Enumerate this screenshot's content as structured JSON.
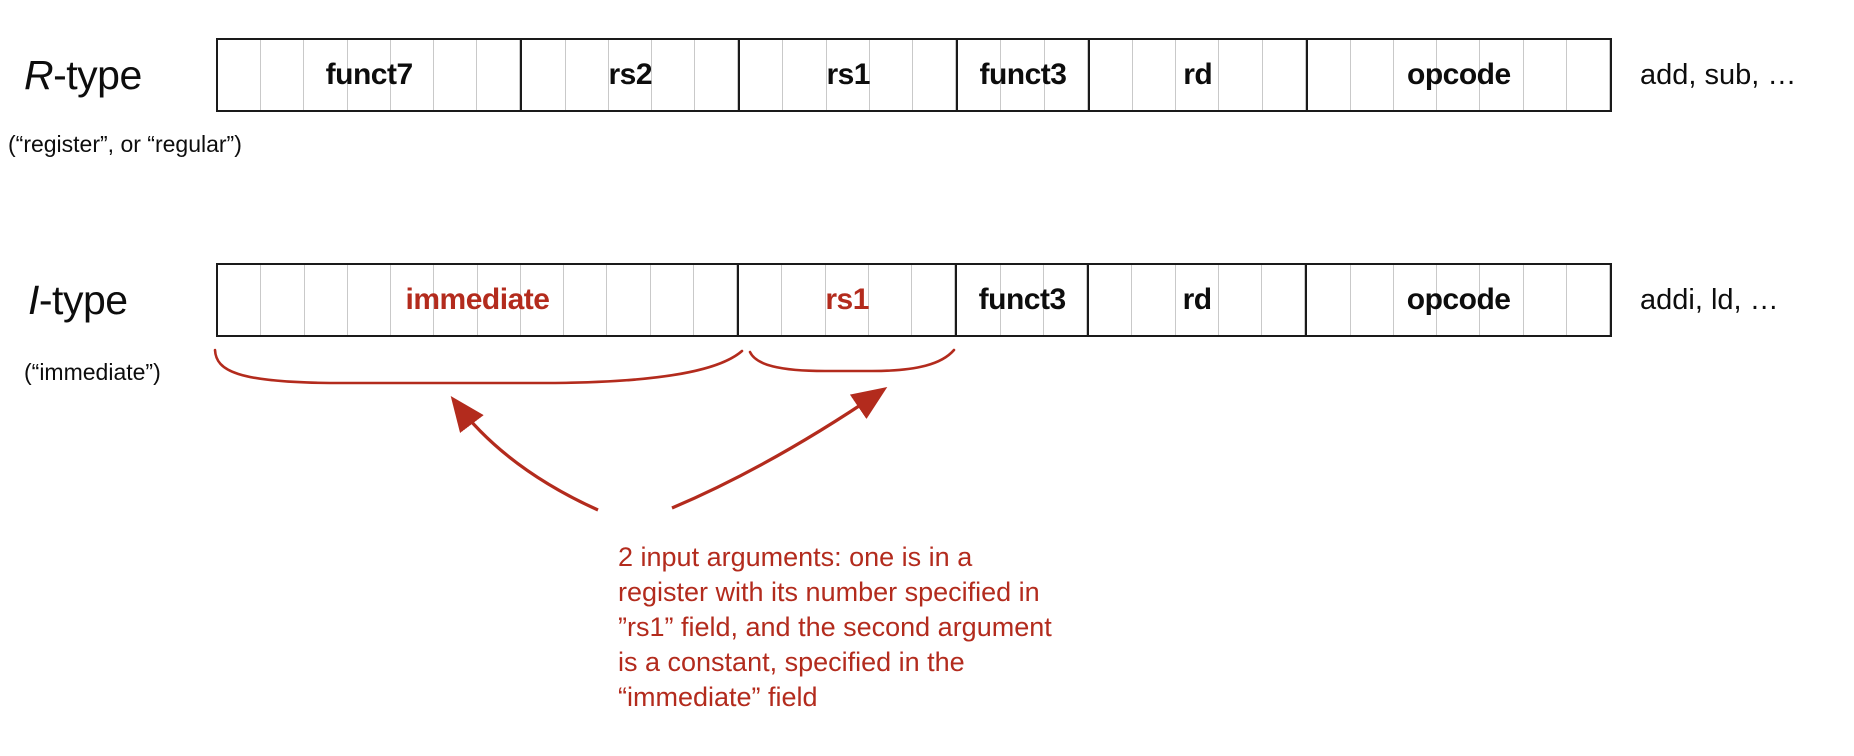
{
  "colors": {
    "red": "#b32b1d",
    "box_border": "#1a1a1a",
    "bit_line": "#c9c9c9",
    "text": "#0d0d0d"
  },
  "rows": [
    {
      "id": "r-type",
      "label_italic": "R",
      "label_rest": "-type",
      "caption": "(“register”, or “regular”)",
      "examples": "add, sub, …",
      "total_bits": 32,
      "fields": [
        {
          "name": "funct7",
          "bits": 7,
          "red": false
        },
        {
          "name": "rs2",
          "bits": 5,
          "red": false
        },
        {
          "name": "rs1",
          "bits": 5,
          "red": false
        },
        {
          "name": "funct3",
          "bits": 3,
          "red": false
        },
        {
          "name": "rd",
          "bits": 5,
          "red": false
        },
        {
          "name": "opcode",
          "bits": 7,
          "red": false
        }
      ]
    },
    {
      "id": "i-type",
      "label_italic": "I",
      "label_rest": "-type",
      "caption": "(“immediate”)",
      "examples": "addi, ld, …",
      "total_bits": 32,
      "fields": [
        {
          "name": "immediate",
          "bits": 12,
          "red": true
        },
        {
          "name": "rs1",
          "bits": 5,
          "red": true
        },
        {
          "name": "funct3",
          "bits": 3,
          "red": false
        },
        {
          "name": "rd",
          "bits": 5,
          "red": false
        },
        {
          "name": "opcode",
          "bits": 7,
          "red": false
        }
      ]
    }
  ],
  "annotation": {
    "lines": [
      "2 input arguments: one is in a",
      "register with its number specified in",
      "”rs1” field, and the second argument",
      "is a constant, specified in the",
      "“immediate” field"
    ]
  }
}
